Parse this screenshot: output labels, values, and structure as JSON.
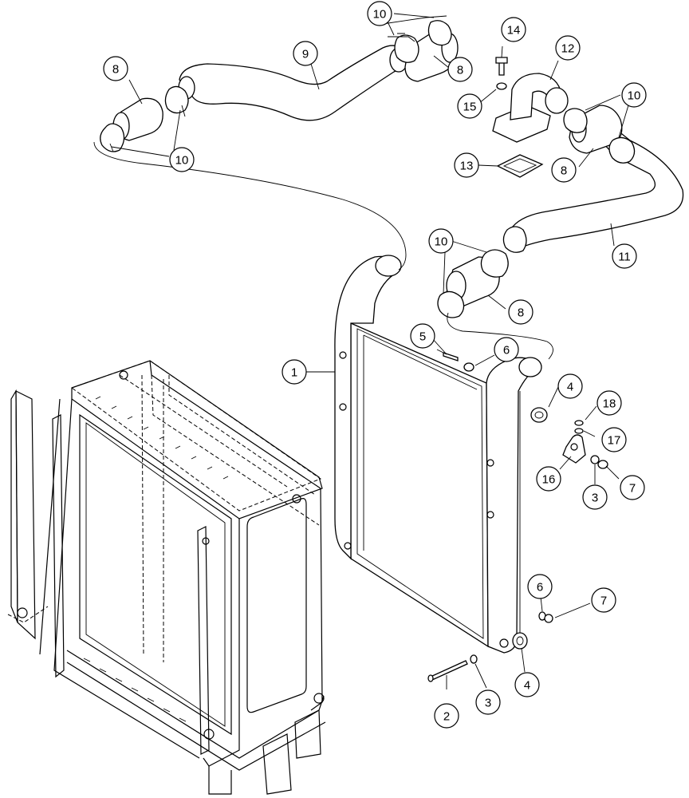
{
  "diagram": {
    "callouts": [
      {
        "id": "c1",
        "label": "10"
      },
      {
        "id": "c2",
        "label": "14"
      },
      {
        "id": "c3",
        "label": "9"
      },
      {
        "id": "c4",
        "label": "8"
      },
      {
        "id": "c5",
        "label": "12"
      },
      {
        "id": "c6",
        "label": "8"
      },
      {
        "id": "c7",
        "label": "15"
      },
      {
        "id": "c8",
        "label": "10"
      },
      {
        "id": "c9",
        "label": "10"
      },
      {
        "id": "c10",
        "label": "13"
      },
      {
        "id": "c11",
        "label": "8"
      },
      {
        "id": "c12",
        "label": "11"
      },
      {
        "id": "c13",
        "label": "10"
      },
      {
        "id": "c14",
        "label": "8"
      },
      {
        "id": "c15",
        "label": "5"
      },
      {
        "id": "c16",
        "label": "6"
      },
      {
        "id": "c17",
        "label": "1"
      },
      {
        "id": "c18",
        "label": "4"
      },
      {
        "id": "c19",
        "label": "18"
      },
      {
        "id": "c20",
        "label": "17"
      },
      {
        "id": "c21",
        "label": "16"
      },
      {
        "id": "c22",
        "label": "3"
      },
      {
        "id": "c23",
        "label": "7"
      },
      {
        "id": "c24",
        "label": "6"
      },
      {
        "id": "c25",
        "label": "7"
      },
      {
        "id": "c26",
        "label": "4"
      },
      {
        "id": "c27",
        "label": "2"
      },
      {
        "id": "c28",
        "label": "3"
      }
    ]
  }
}
